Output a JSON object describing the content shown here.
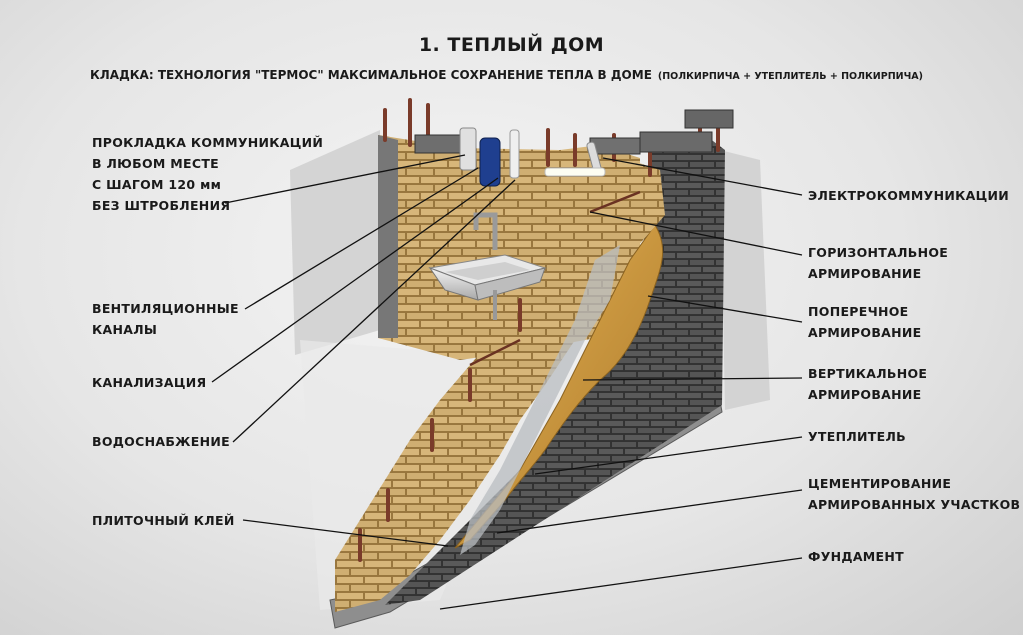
{
  "title": "1. ТЕПЛЫЙ ДОМ",
  "subtitle": {
    "main": "КЛАДКА: ТЕХНОЛОГИЯ  \"ТЕРМОС\" МАКСИМАЛЬНОЕ СОХРАНЕНИЕ ТЕПЛА В ДОМЕ",
    "note": "(ПОЛКИРПИЧА + УТЕПЛИТЕЛЬ + ПОЛКИРПИЧА)"
  },
  "labels_left": [
    "ПРОКЛАДКА КОММУНИКАЦИЙ\nВ ЛЮБОМ МЕСТЕ\nС ШАГОМ 120 мм\nБЕЗ ШТРОБЛЕНИЯ",
    "ВЕНТИЛЯЦИОННЫЕ\nКАНАЛЫ",
    "КАНАЛИЗАЦИЯ",
    "ВОДОСНАБЖЕНИЕ",
    "ПЛИТОЧНЫЙ КЛЕЙ"
  ],
  "labels_right": [
    "ЭЛЕКТРОКОММУНИКАЦИИ",
    "ГОРИЗОНТАЛЬНОЕ\nАРМИРОВАНИЕ",
    "ПОПЕРЕЧНОЕ\nАРМИРОВАНИЕ",
    "ВЕРТИКАЛЬНОЕ\nАРМИРОВАНИЕ",
    "УТЕПЛИТЕЛЬ",
    "ЦЕМЕНТИРОВАНИЕ\nАРМИРОВАННЫХ УЧАСТКОВ",
    "ФУНДАМЕНТ"
  ]
}
